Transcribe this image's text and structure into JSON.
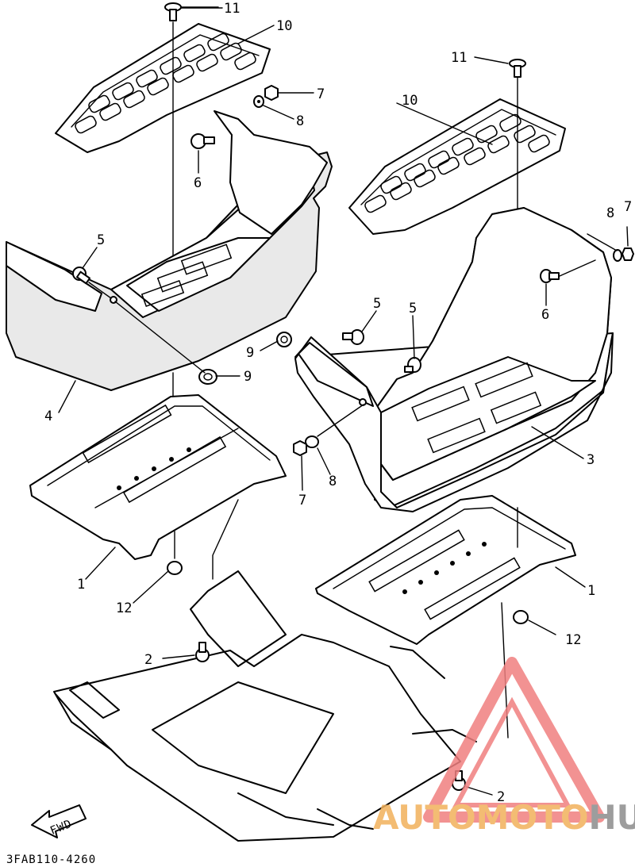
{
  "diagram": {
    "labels": {
      "p1a": "1",
      "p1b": "1",
      "p2a": "2",
      "p2b": "2",
      "p3": "3",
      "p4": "4",
      "p5a": "5",
      "p5b": "5",
      "p5c": "5",
      "p6a": "6",
      "p6b": "6",
      "p7a": "7",
      "p7b": "7",
      "p7c": "7",
      "p8a": "8",
      "p8b": "8",
      "p8c": "8",
      "p9a": "9",
      "p9b": "9",
      "p10a": "10",
      "p10b": "10",
      "p11a": "11",
      "p11b": "11",
      "p12a": "12",
      "p12b": "12"
    },
    "fwd_label": "FWD",
    "figure_code": "3FAB110-4260"
  },
  "watermark": {
    "part1": "AUTO",
    "part2": "MOTO",
    "part3": "HUB",
    "colors": {
      "triangle": "#f08080",
      "auto": "#f2b15b",
      "hub": "#8c8c8c"
    }
  }
}
